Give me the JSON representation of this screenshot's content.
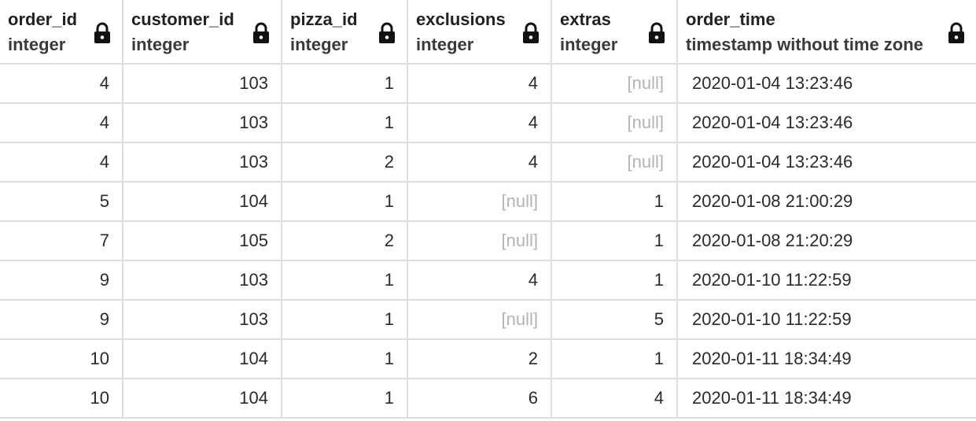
{
  "columns": [
    {
      "name": "order_id",
      "type": "integer",
      "lock_icon": "lock-icon"
    },
    {
      "name": "customer_id",
      "type": "integer",
      "lock_icon": "lock-icon"
    },
    {
      "name": "pizza_id",
      "type": "integer",
      "lock_icon": "lock-icon"
    },
    {
      "name": "exclusions",
      "type": "integer",
      "lock_icon": "lock-icon"
    },
    {
      "name": "extras",
      "type": "integer",
      "lock_icon": "lock-icon"
    },
    {
      "name": "order_time",
      "type": "timestamp without time zone",
      "lock_icon": "lock-icon"
    }
  ],
  "rows": [
    [
      "4",
      "103",
      "1",
      "4",
      "[null]",
      "2020-01-04 13:23:46"
    ],
    [
      "4",
      "103",
      "1",
      "4",
      "[null]",
      "2020-01-04 13:23:46"
    ],
    [
      "4",
      "103",
      "2",
      "4",
      "[null]",
      "2020-01-04 13:23:46"
    ],
    [
      "5",
      "104",
      "1",
      "[null]",
      "1",
      "2020-01-08 21:00:29"
    ],
    [
      "7",
      "105",
      "2",
      "[null]",
      "1",
      "2020-01-08 21:20:29"
    ],
    [
      "9",
      "103",
      "1",
      "4",
      "1",
      "2020-01-10 11:22:59"
    ],
    [
      "9",
      "103",
      "1",
      "[null]",
      "5",
      "2020-01-10 11:22:59"
    ],
    [
      "10",
      "104",
      "1",
      "2",
      "1",
      "2020-01-11 18:34:49"
    ],
    [
      "10",
      "104",
      "1",
      "6",
      "4",
      "2020-01-11 18:34:49"
    ]
  ],
  "colors": {
    "grid_line": "#dedede",
    "null_text": "#b3b3b3",
    "text": "#222222"
  }
}
